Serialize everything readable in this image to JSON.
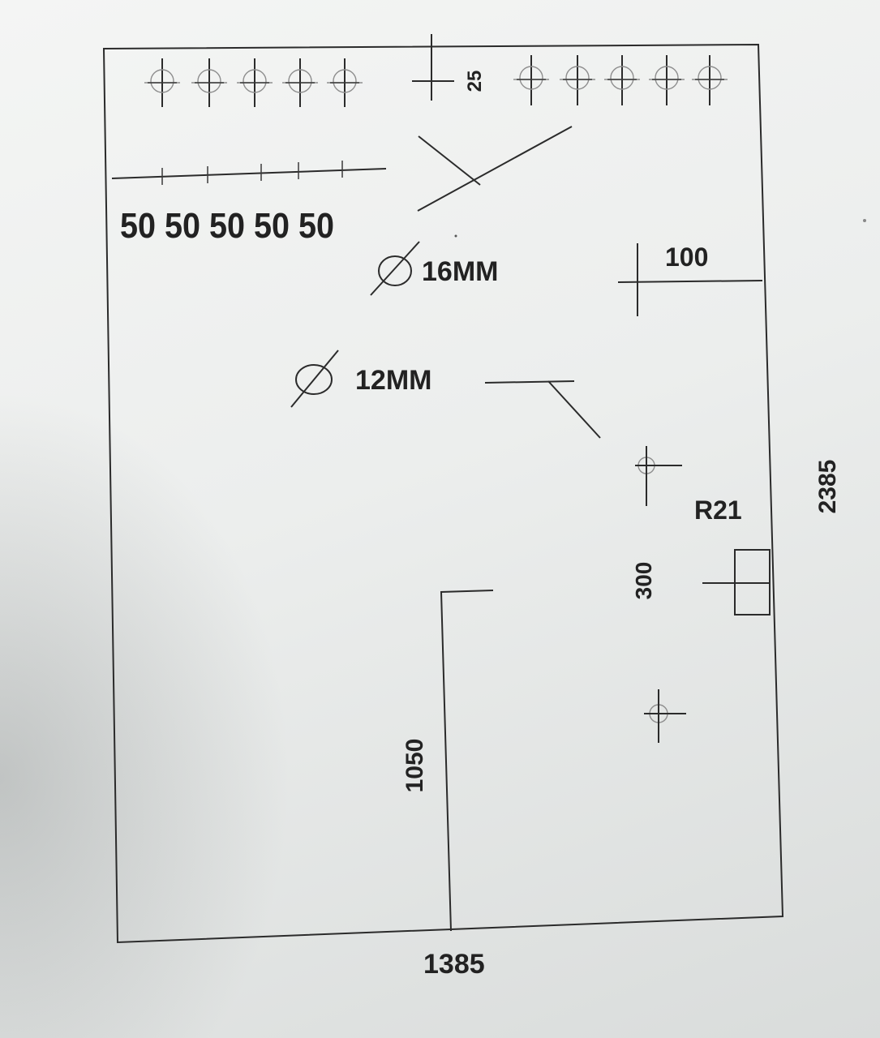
{
  "labels": {
    "top_spacing": "50 50 50 50 50",
    "top_offset": "25",
    "large_hole": "16MM",
    "small_hole": "12MM",
    "right_offset": "100",
    "radius": "R21",
    "overall_height": "2385",
    "overall_width": "1385",
    "notch_height": "1050",
    "hole_spacing": "300"
  },
  "icons": {
    "diameter": "diameter-symbol-icon",
    "hole": "hole-crosshair-icon"
  },
  "colors": {
    "line": "#2b2b2b",
    "paper": "#eef0ef",
    "faint_line": "#8e8e8e"
  }
}
